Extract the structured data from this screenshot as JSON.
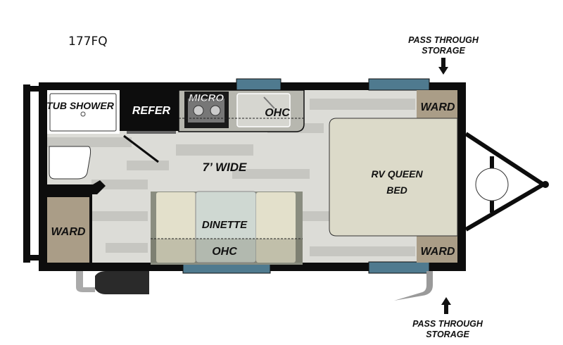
{
  "model": "177FQ",
  "labels": {
    "tub_shower": "TUB SHOWER",
    "refer": "REFER",
    "micro": "MICRO",
    "ohc_kitchen": "OHC",
    "width": "7’ WIDE",
    "dinette": "DINETTE",
    "ohc_dinette": "OHC",
    "ward_rear": "WARD",
    "ward_front_top": "WARD",
    "ward_front_bottom": "WARD",
    "bed_line1": "RV QUEEN",
    "bed_line2": "BED",
    "pass_top_1": "PASS THROUGH",
    "pass_top_2": "STORAGE",
    "pass_bottom_1": "PASS THROUGH",
    "pass_bottom_2": "STORAGE"
  },
  "colors": {
    "wall": "#0d0d0d",
    "floor": "#dcdcd7",
    "window": "#4f7a8f",
    "ward": "#aa9d87",
    "bed": "#dcdac9",
    "seat": "#e3e0cb",
    "table": "#cfd8d2",
    "counter": "#b7b7af"
  }
}
